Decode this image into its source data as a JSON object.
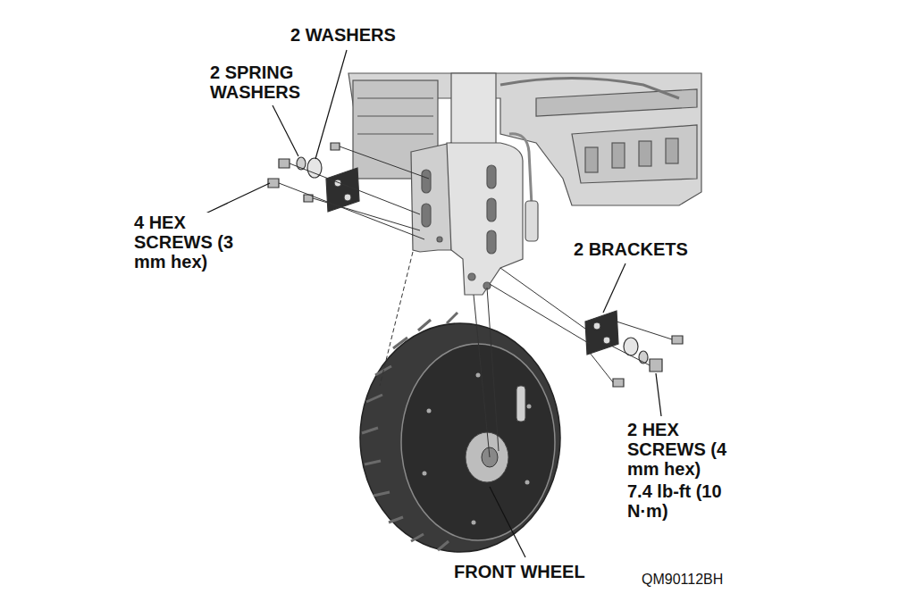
{
  "diagram": {
    "labels": [
      "2 WASHERS",
      "2 SPRING WASHERS",
      "4 HEX SCREWS (3 mm hex)",
      "2 BRACKETS",
      "2 HEX SCREWS (4 mm hex)",
      "7.4 lb-ft (10 N·m)",
      "FRONT WHEEL",
      "QM90112BH"
    ]
  }
}
